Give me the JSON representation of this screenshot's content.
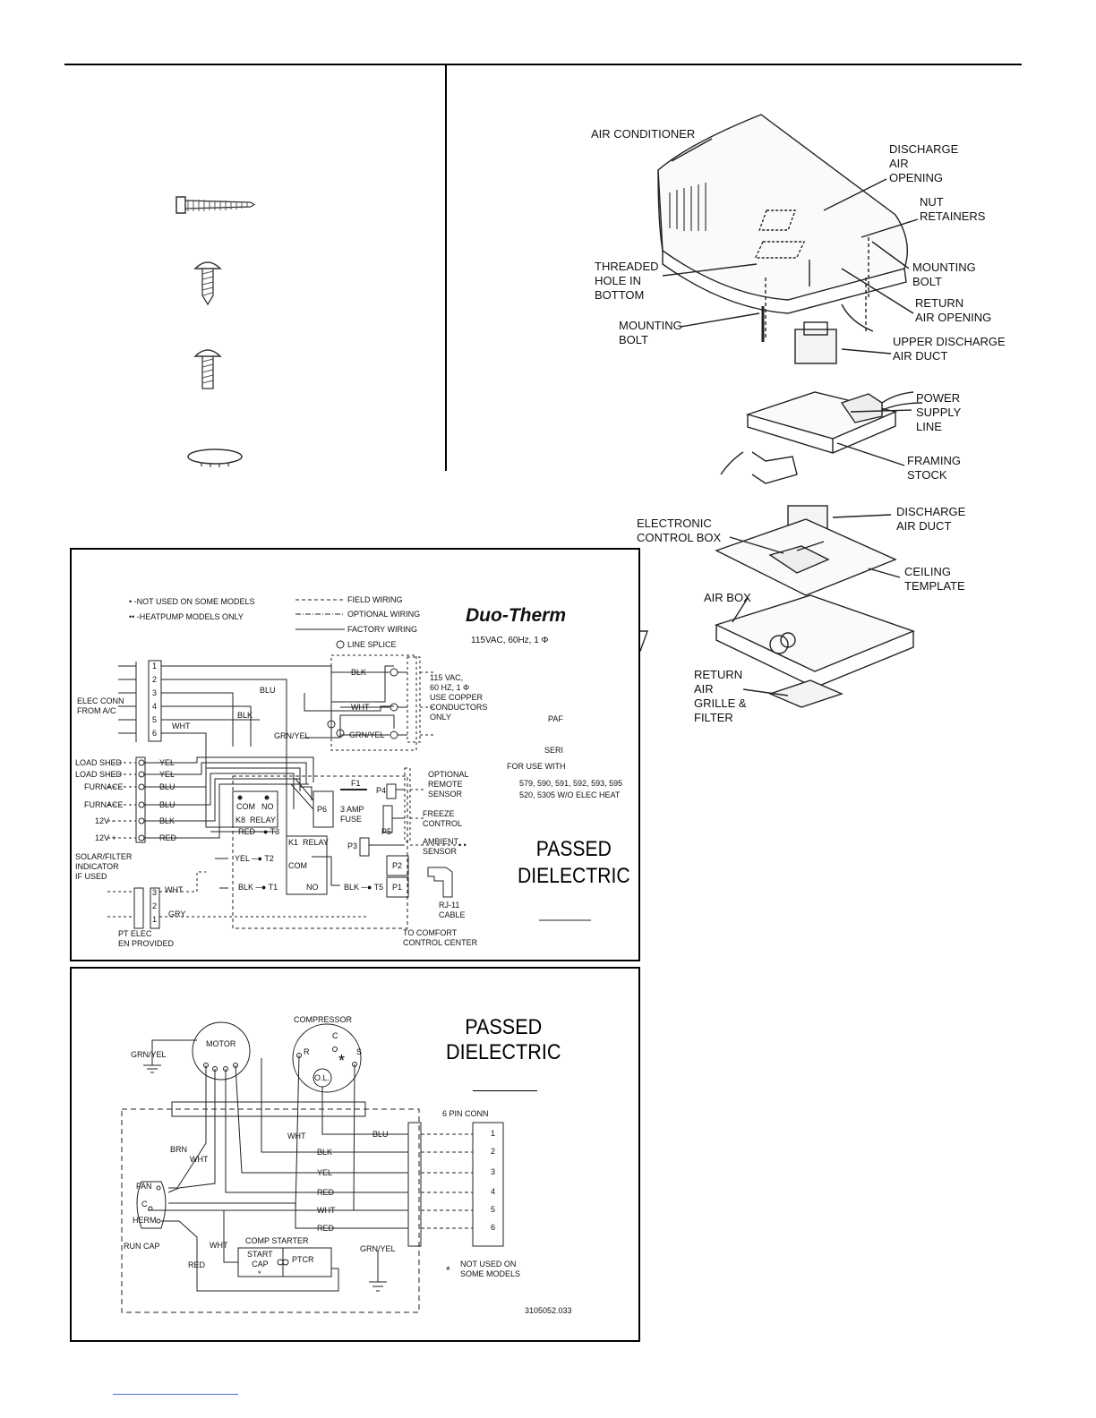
{
  "exploded_view": {
    "labels": {
      "air_conditioner": "AIR CONDITIONER",
      "discharge_air_opening": "DISCHARGE\nAIR\nOPENING",
      "nut_retainers": "NUT\nRETAINERS",
      "threaded_hole": "THREADED\nHOLE IN\nBOTTOM",
      "mounting_bolt_right": "MOUNTING\nBOLT",
      "return_air_opening": "RETURN\nAIR OPENING",
      "mounting_bolt_left": "MOUNTING\nBOLT",
      "upper_discharge_duct": "UPPER DISCHARGE\nAIR DUCT",
      "power_supply_line": "POWER\nSUPPLY\nLINE",
      "framing_stock": "FRAMING\nSTOCK",
      "electronic_control_box": "ELECTRONIC\nCONTROL BOX",
      "discharge_air_duct": "DISCHARGE\nAIR DUCT",
      "ceiling_template": "CEILING\nTEMPLATE",
      "air_box": "AIR BOX",
      "return_air_grille": "RETURN\nAIR\nGRILLE &\nFILTER"
    }
  },
  "control_diagram": {
    "notes": {
      "not_used": "• -NOT USED ON SOME MODELS",
      "heatpump": "•• -HEATPUMP MODELS ONLY"
    },
    "legend": {
      "field": "FIELD WIRING",
      "optional": "OPTIONAL WIRING",
      "factory": "FACTORY WIRING",
      "splice": "LINE SPLICE"
    },
    "brand": "Duo-Therm",
    "spec": "115VAC, 60Hz, 1 Φ",
    "elec_conn": "ELEC CONN\nFROM A/C",
    "supply_note": "115 VAC,\n60 HZ, 1 Φ\nUSE COPPER\nCONDUCTORS\nONLY",
    "wires": {
      "blu": "BLU",
      "blk": "BLK",
      "wht": "WHT",
      "grn_yel": "GRN/YEL",
      "wht_ground": "WHT",
      "grn_yel_main": "GRN/YEL",
      "blk_right": "BLK"
    },
    "pins": [
      "1",
      "2",
      "3",
      "4",
      "5",
      "6"
    ],
    "left_inputs": [
      "LOAD SHED",
      "LOAD SHED",
      "FURNACE",
      "FURNACE",
      "12V -",
      "12V +"
    ],
    "left_wires": [
      "YEL",
      "YEL",
      "BLU",
      "BLU",
      "BLK",
      "RED"
    ],
    "solar": "SOLAR/FILTER\nINDICATOR\nIF USED",
    "k8": {
      "com": "COM",
      "no": "NO",
      "relay": "K8  RELAY"
    },
    "k1": {
      "relay": "K1  RELAY",
      "com": "COM",
      "no": "NO"
    },
    "terminals": {
      "t3": "RED ─● T3",
      "t2": "YEL ─● T2",
      "t1": "BLK ─● T1",
      "t5": "BLK ─● T5"
    },
    "board": {
      "p6": "P6",
      "f1": "F1",
      "fuse": "3 AMP\nFUSE",
      "p4": "P4",
      "p5": "P5",
      "p3": "P3",
      "p2": "P2",
      "p1": "P1"
    },
    "sensors": {
      "remote": "OPTIONAL\nREMOTE\nSENSOR",
      "freeze": "FREEZE\nCONTROL",
      "ambient": "AMBIENT\nSENSOR",
      "ambient_mark": "• •"
    },
    "rj11": "RJ-11\nCABLE",
    "comfort": "TO COMFORT\nCONTROL CENTER",
    "bottom_wires": {
      "wht": "WHT",
      "gry": "GRY"
    },
    "bottom_pins": [
      "3",
      "2",
      "1"
    ],
    "pt_elec": "PT ELEC\nEN PROVIDED",
    "side_text": {
      "par": "PAF",
      "ser": "SERI",
      "for_use": "FOR USE WITH",
      "models1": "579, 590, 591, 592, 593, 595",
      "models2": "520, 5305 W/O ELEC HEAT"
    },
    "passed": "PASSED\nDIELECTRIC"
  },
  "motor_diagram": {
    "compressor": "COMPRESSOR",
    "motor": "MOTOR",
    "ground1": "GRN/YEL",
    "terminals": {
      "c": "C",
      "r": "R",
      "s": "S",
      "ol": "O.L.",
      "star": "*"
    },
    "passed": "PASSED\nDIELECTRIC",
    "conn": "6 PIN CONN",
    "pins": [
      "1",
      "2",
      "3",
      "4",
      "5",
      "6"
    ],
    "wires": [
      "BLU",
      "BLK",
      "YEL",
      "RED",
      "WHT",
      "RED"
    ],
    "wht_upper": "WHT",
    "brn": "BRN",
    "wht_left": "WHT",
    "runcap": {
      "fan": "FAN",
      "c": "C",
      "herm": "HERM",
      "label": "RUN CAP"
    },
    "wht_bottom": "WHT",
    "red_bottom": "RED",
    "comp_starter": "COMP STARTER",
    "start_cap": "START\nCAP",
    "start_star": "*",
    "ptcr": "PTCR",
    "ground2": "GRN/YEL",
    "note_star": "*",
    "note": "NOT USED ON\nSOME MODELS",
    "part_no": "3105052.033"
  }
}
